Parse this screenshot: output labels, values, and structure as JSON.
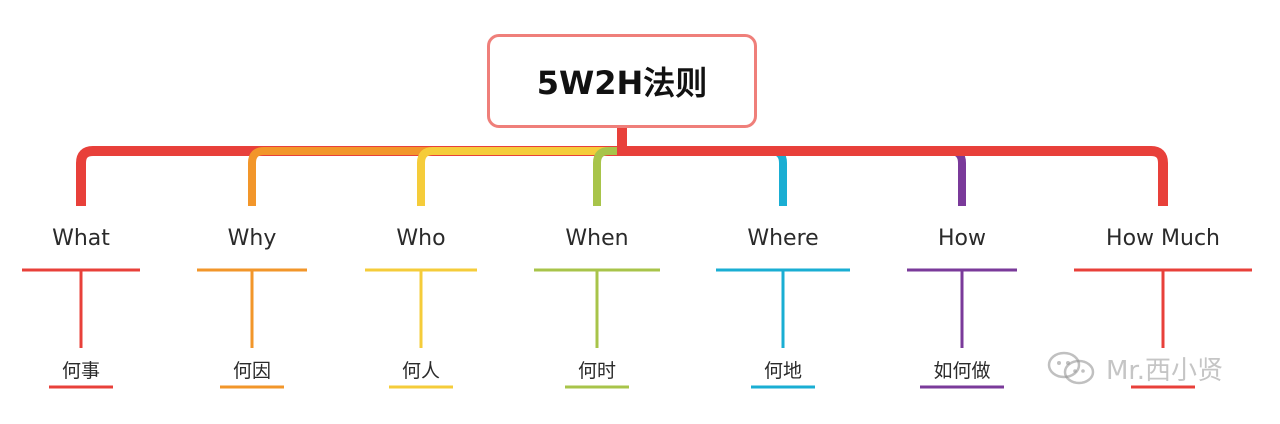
{
  "root": {
    "title": "5W2H法则",
    "border_color": "#ef7f7a"
  },
  "branches": [
    {
      "label": "What",
      "sub": "何事",
      "color": "#e8403a"
    },
    {
      "label": "Why",
      "sub": "何因",
      "color": "#f2962a"
    },
    {
      "label": "Who",
      "sub": "何人",
      "color": "#f5cc3a"
    },
    {
      "label": "When",
      "sub": "何时",
      "color": "#a8c44a"
    },
    {
      "label": "Where",
      "sub": "何地",
      "color": "#1aaed3"
    },
    {
      "label": "How",
      "sub": "如何做",
      "color": "#7a3a9a"
    },
    {
      "label": "How Much",
      "sub": "",
      "color": "#e8403a"
    }
  ],
  "watermark": {
    "icon": "wechat-icon",
    "text": "Mr.西小贤"
  }
}
